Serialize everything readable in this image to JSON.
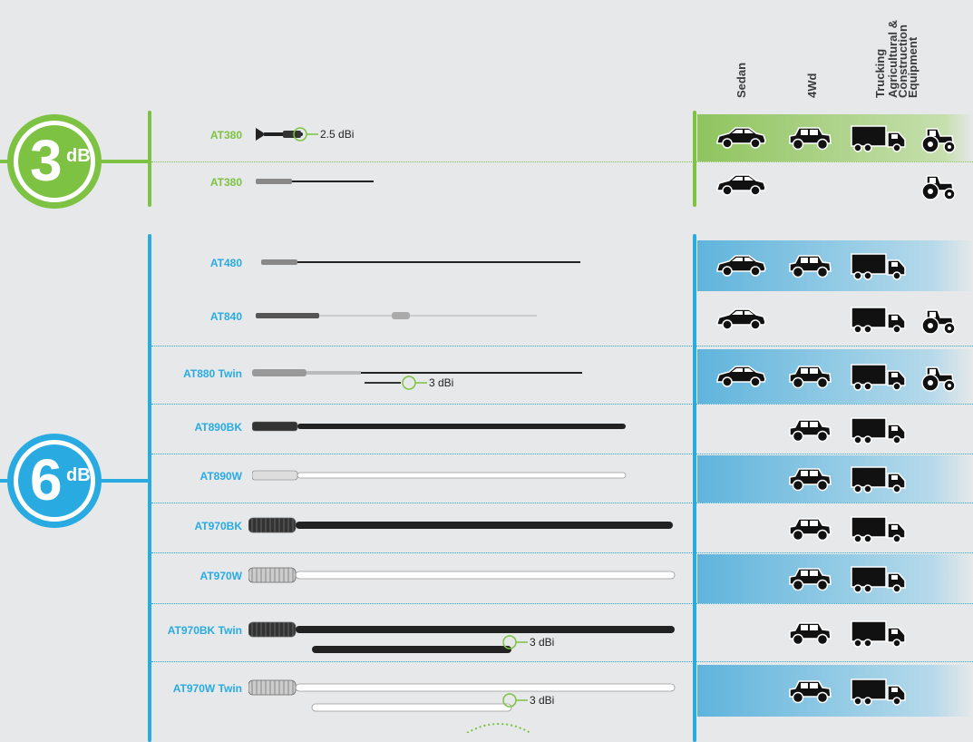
{
  "headers": {
    "sedan": "Sedan",
    "fourwd": "4Wd",
    "trucking": "Trucking",
    "agri_line1": "Agricultural &",
    "agri_line2": "Construction",
    "agri_line3": "Equipment"
  },
  "colors": {
    "green": "#7dc242",
    "blue": "#29abe2"
  },
  "badges": {
    "three": {
      "num": "3",
      "unit": "dB"
    },
    "six": {
      "num": "6",
      "unit": "dB"
    }
  },
  "rows": [
    {
      "model": "AT380",
      "group": "3dB",
      "callout": "2.5 dBi",
      "sedan": true,
      "fourwd": true,
      "truck": true,
      "agri": true
    },
    {
      "model": "AT380",
      "group": "3dB",
      "callout": "",
      "sedan": true,
      "fourwd": false,
      "truck": false,
      "agri": true
    },
    {
      "model": "AT480",
      "group": "6dB",
      "callout": "",
      "sedan": true,
      "fourwd": true,
      "truck": true,
      "agri": false
    },
    {
      "model": "AT840",
      "group": "6dB",
      "callout": "",
      "sedan": true,
      "fourwd": false,
      "truck": true,
      "agri": true
    },
    {
      "model": "AT880 Twin",
      "group": "6dB",
      "callout": "3 dBi",
      "sedan": true,
      "fourwd": true,
      "truck": true,
      "agri": true
    },
    {
      "model": "AT890BK",
      "group": "6dB",
      "callout": "",
      "sedan": false,
      "fourwd": true,
      "truck": true,
      "agri": false
    },
    {
      "model": "AT890W",
      "group": "6dB",
      "callout": "",
      "sedan": false,
      "fourwd": true,
      "truck": true,
      "agri": false
    },
    {
      "model": "AT970BK",
      "group": "6dB",
      "callout": "",
      "sedan": false,
      "fourwd": true,
      "truck": true,
      "agri": false
    },
    {
      "model": "AT970W",
      "group": "6dB",
      "callout": "",
      "sedan": false,
      "fourwd": true,
      "truck": true,
      "agri": false
    },
    {
      "model": "AT970BK Twin",
      "group": "6dB",
      "callout": "3 dBi",
      "sedan": false,
      "fourwd": true,
      "truck": true,
      "agri": false
    },
    {
      "model": "AT970W Twin",
      "group": "6dB",
      "callout": "3 dBi",
      "sedan": false,
      "fourwd": true,
      "truck": true,
      "agri": false
    }
  ]
}
